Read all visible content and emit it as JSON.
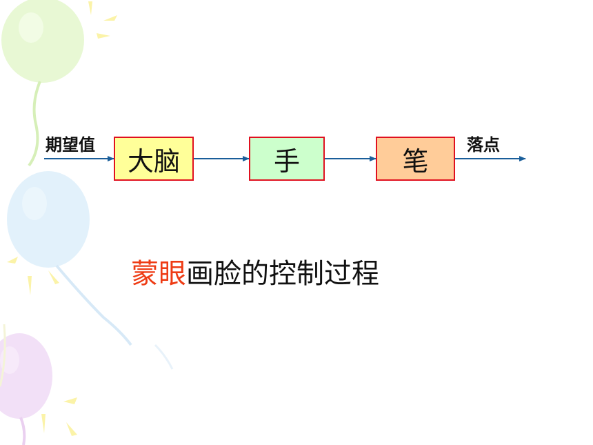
{
  "diagram": {
    "input_label": "期望值",
    "output_label": "落点",
    "blocks": [
      {
        "label": "大脑",
        "fill": "#ffff99"
      },
      {
        "label": "手",
        "fill": "#ccffcc"
      },
      {
        "label": "笔",
        "fill": "#ffcc99"
      }
    ],
    "border_color": "#e0101f",
    "arrow_color": "#1a5e9a"
  },
  "caption": {
    "highlight": "蒙眼",
    "rest": "画脸的控制过程",
    "highlight_color": "#ee3b14"
  }
}
